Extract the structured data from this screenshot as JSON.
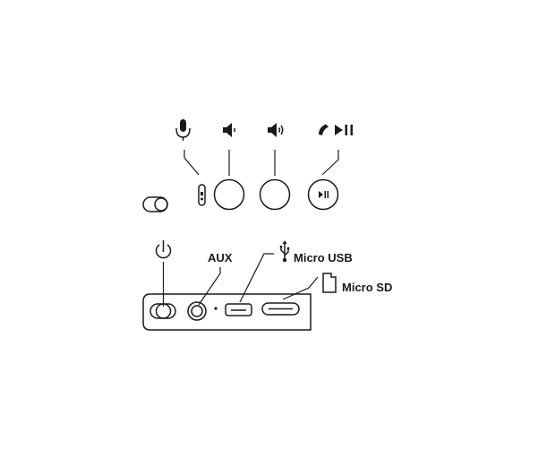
{
  "labels": {
    "aux": "AUX",
    "micro_usb": "Micro USB",
    "micro_sd": "Micro SD"
  },
  "icons": {
    "top_row": [
      "microphone-icon",
      "volume-down-icon",
      "volume-up-icon",
      "call-play-pause-icon"
    ],
    "buttons": [
      "mic-mute-switch",
      "volume-down-button",
      "volume-up-button",
      "play-pause-button"
    ],
    "ports": [
      "power-switch",
      "aux-port",
      "indicator-light",
      "micro-usb-port",
      "micro-sd-slot"
    ],
    "port_icons": [
      "power-icon",
      "usb-icon",
      "sd-card-icon"
    ]
  },
  "colors": {
    "ink": "#1a1a1a",
    "background": "#ffffff"
  }
}
